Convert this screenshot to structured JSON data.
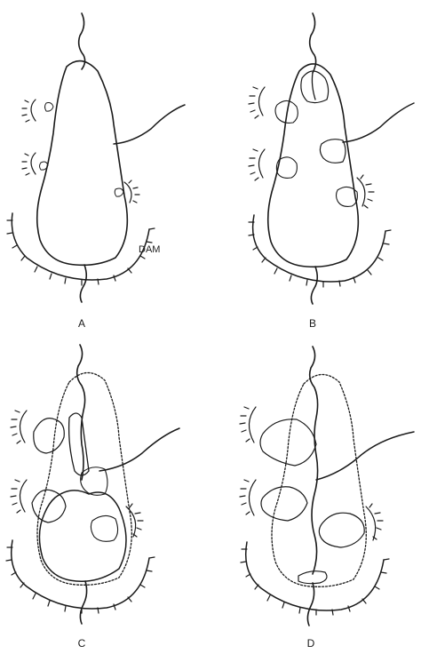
{
  "figure": {
    "dam_label": "DAM",
    "panels": [
      {
        "id": "A",
        "label": "A"
      },
      {
        "id": "B",
        "label": "B"
      },
      {
        "id": "C",
        "label": "C"
      },
      {
        "id": "D",
        "label": "D"
      }
    ]
  },
  "colors": {
    "ink": "#1a1a1a",
    "background": "#ffffff"
  }
}
